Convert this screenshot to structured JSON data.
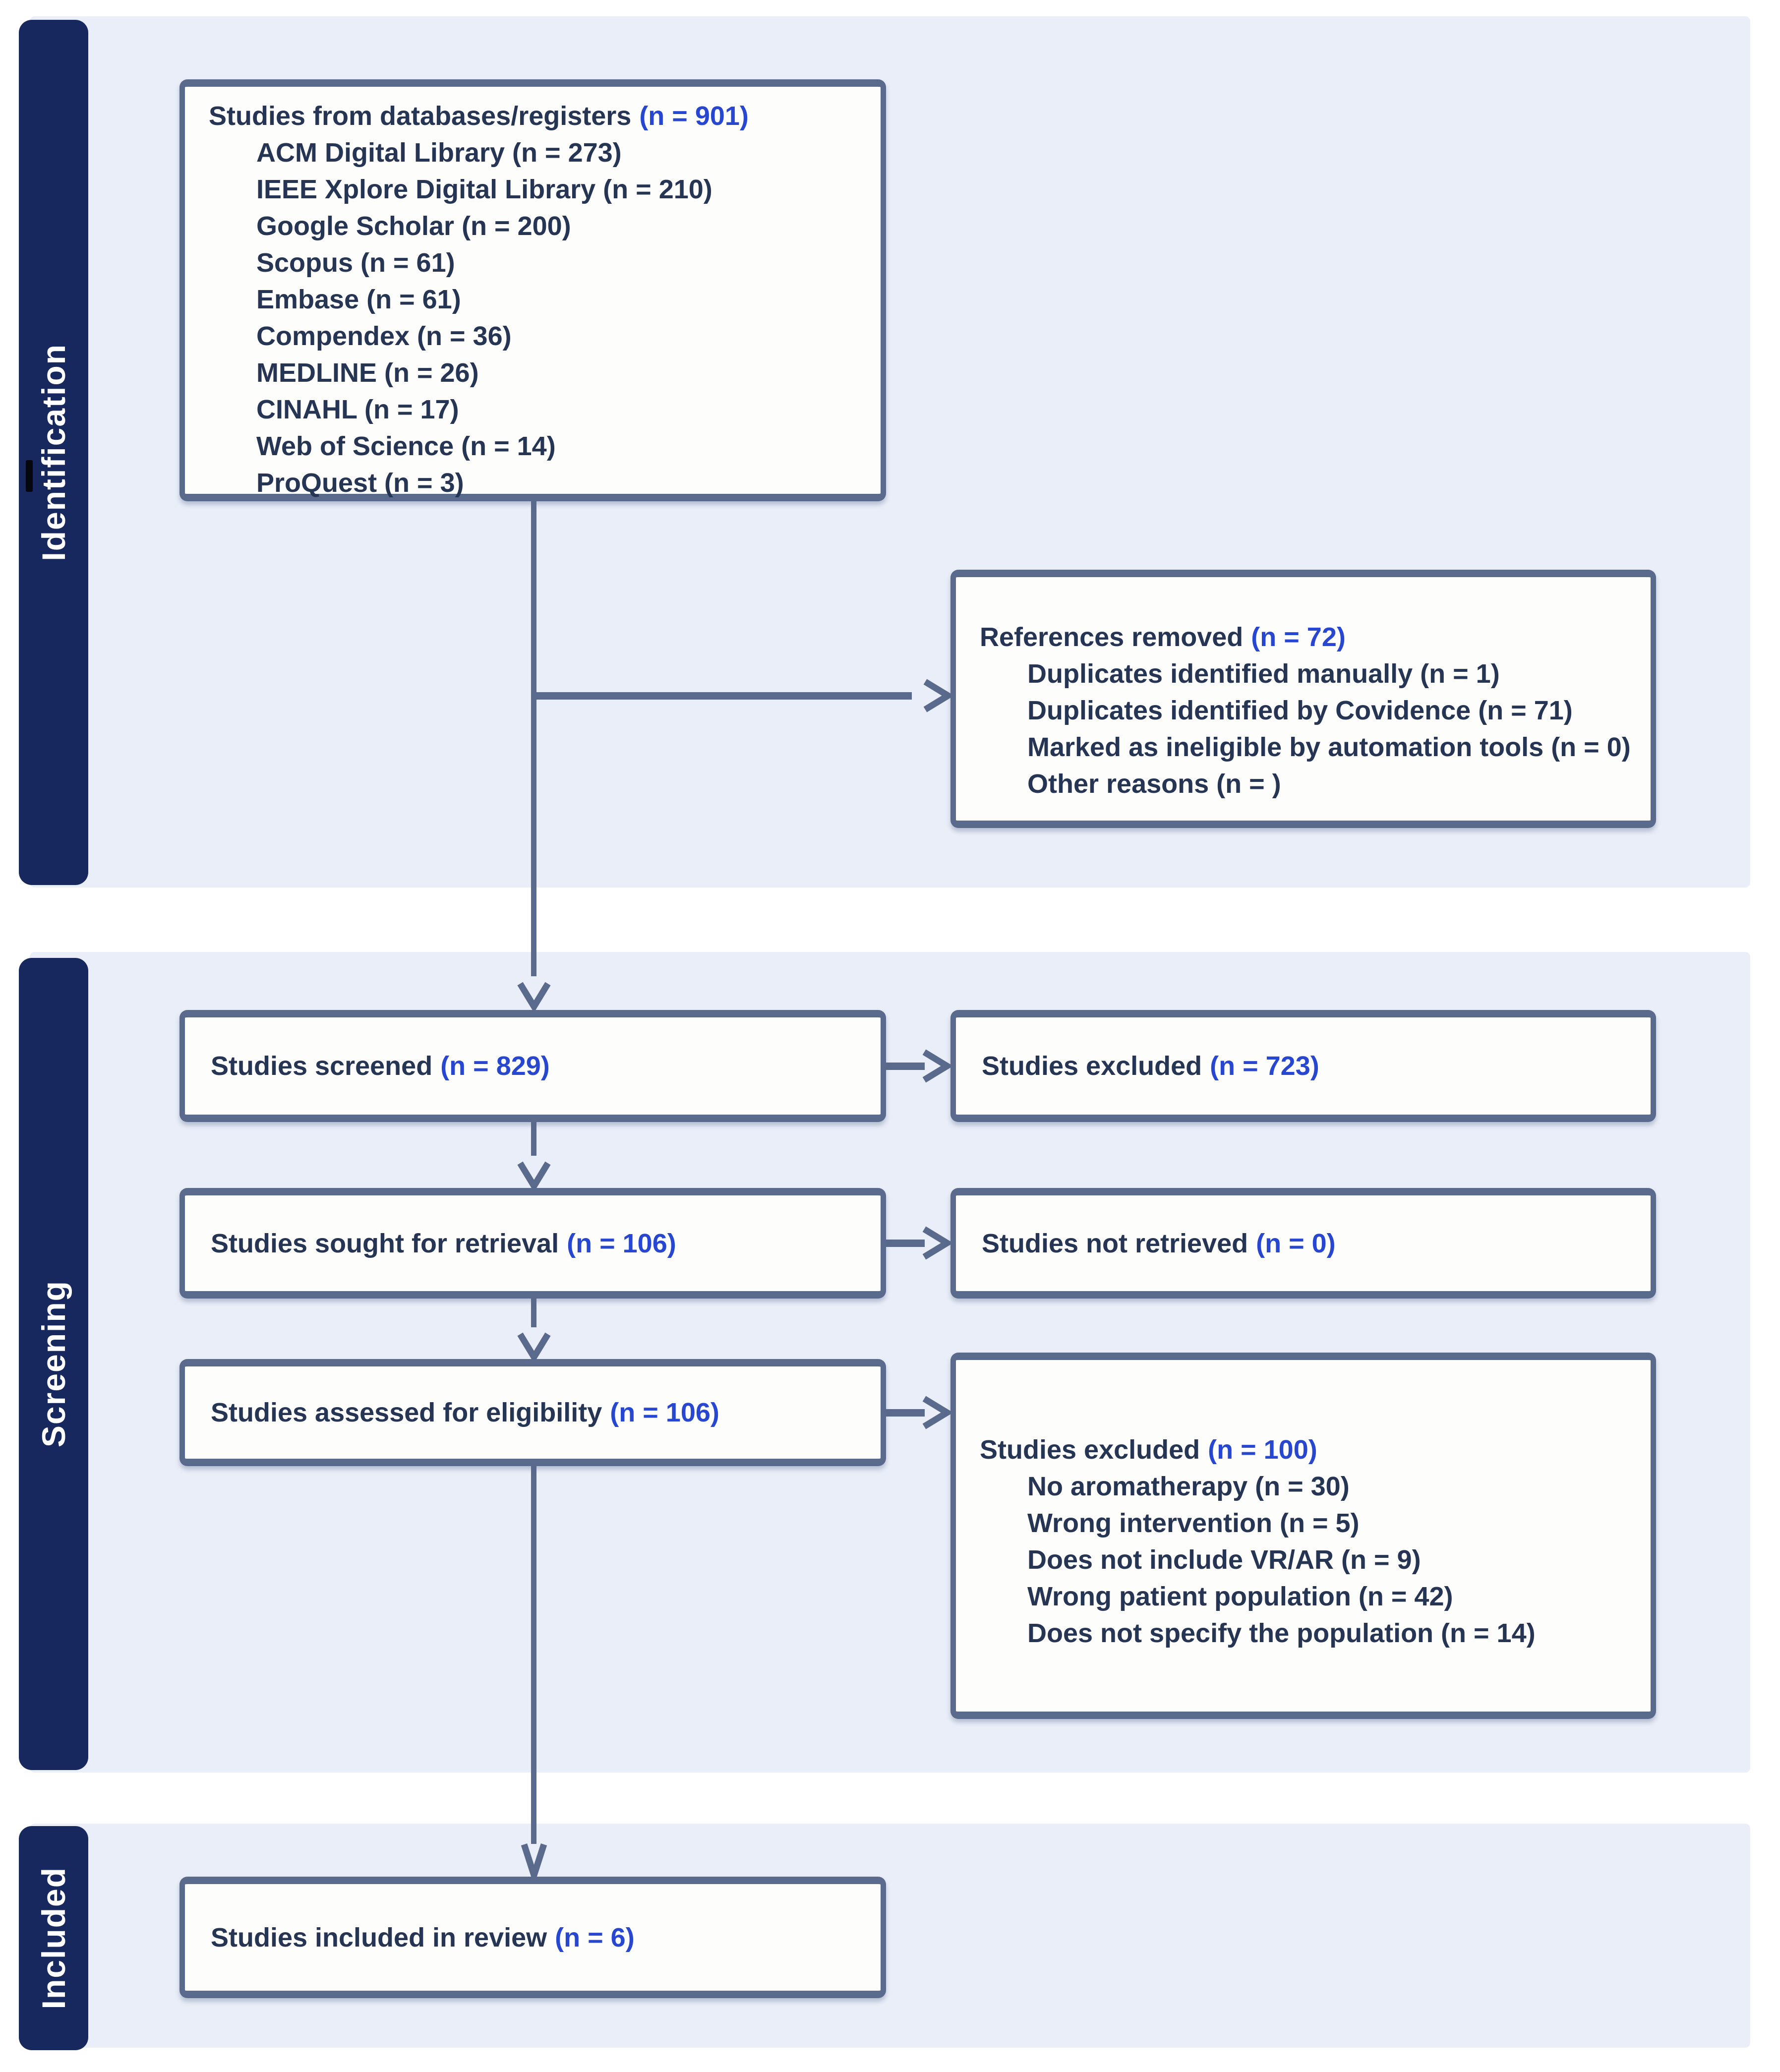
{
  "palette": {
    "stage_bar_navy": "#17285e",
    "band_light_blue": "#e9eef8",
    "box_border_slate": "#5a6a8c",
    "arrow_slate": "#596a8c",
    "text_dark_navy": "#263554",
    "count_blue": "#2847d0",
    "box_fill": "#fdfdfb"
  },
  "sidebar": {
    "sections": [
      {
        "label": "Identification"
      },
      {
        "label": "Screening"
      },
      {
        "label": "Included"
      }
    ]
  },
  "boxes": {
    "databases": {
      "title": "Studies from databases/registers",
      "count": "(n = 901)",
      "items": [
        "ACM Digital Library (n = 273)",
        "IEEE Xplore Digital Library (n = 210)",
        "Google Scholar (n = 200)",
        "Scopus (n = 61)",
        "Embase (n = 61)",
        "Compendex (n = 36)",
        "MEDLINE (n = 26)",
        "CINAHL (n = 17)",
        "Web of Science (n = 14)",
        "ProQuest (n = 3)"
      ]
    },
    "references_removed": {
      "title": "References removed",
      "count": "(n = 72)",
      "items": [
        "Duplicates identified manually (n = 1)",
        "Duplicates identified by Covidence (n = 71)",
        "Marked as ineligible by automation tools (n = 0)",
        "Other reasons (n = )"
      ]
    },
    "screened": {
      "title": "Studies screened",
      "count": "(n = 829)"
    },
    "excluded_screening": {
      "title": "Studies excluded",
      "count": "(n = 723)"
    },
    "sought": {
      "title": "Studies sought for retrieval",
      "count": "(n = 106)"
    },
    "not_retrieved": {
      "title": "Studies not retrieved",
      "count": "(n = 0)"
    },
    "assessed": {
      "title": "Studies assessed for eligibility",
      "count": "(n = 106)"
    },
    "excluded_eligibility": {
      "title": "Studies excluded",
      "count": "(n = 100)",
      "items": [
        "No aromatherapy (n = 30)",
        "Wrong intervention (n = 5)",
        "Does not include VR/AR (n = 9)",
        "Wrong patient population (n = 42)",
        "Does not specify the population (n = 14)"
      ]
    },
    "included": {
      "title": "Studies included in review",
      "count": "(n = 6)"
    }
  }
}
